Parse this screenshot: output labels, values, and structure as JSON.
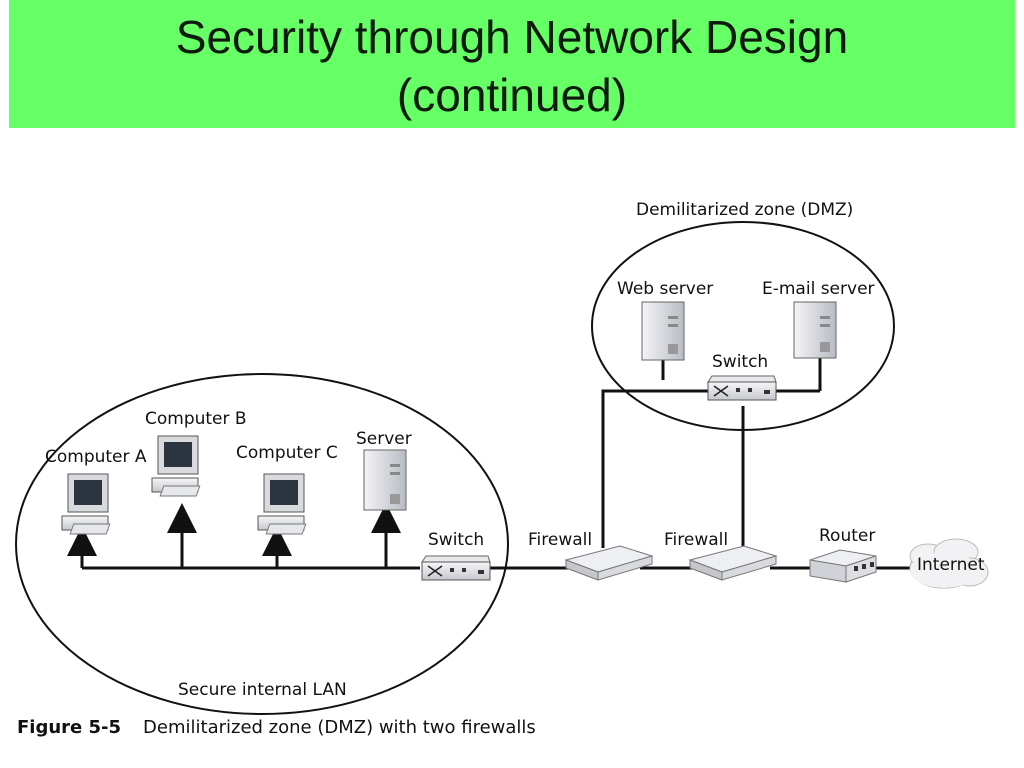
{
  "slide": {
    "title_line1": "Security through Network Design",
    "title_line2": "(continued)"
  },
  "diagram": {
    "zones": {
      "dmz": "Demilitarized zone (DMZ)",
      "lan": "Secure internal LAN"
    },
    "nodes": {
      "computer_a": "Computer A",
      "computer_b": "Computer B",
      "computer_c": "Computer C",
      "server": "Server",
      "lan_switch": "Switch",
      "firewall_1": "Firewall",
      "firewall_2": "Firewall",
      "router": "Router",
      "internet": "Internet",
      "web_server": "Web server",
      "email_server": "E-mail server",
      "dmz_switch": "Switch"
    }
  },
  "caption": {
    "figure": "Figure 5-5",
    "text": "Demilitarized zone (DMZ) with two firewalls"
  }
}
